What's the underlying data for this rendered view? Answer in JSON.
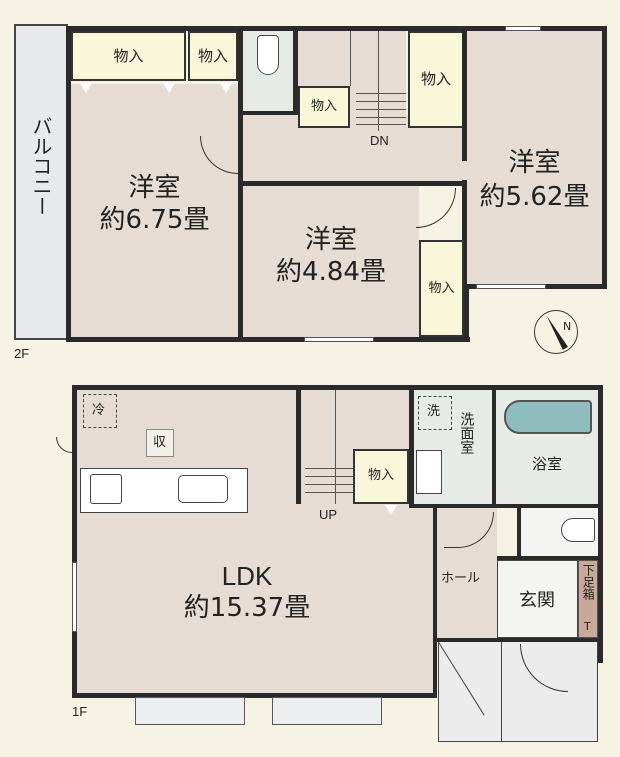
{
  "floor2": {
    "tag": "2F",
    "balcony": "バルコニー",
    "room1": {
      "name": "洋室",
      "size": "約6.75畳"
    },
    "room2": {
      "name": "洋室",
      "size": "約4.84畳"
    },
    "room3": {
      "name": "洋室",
      "size": "約5.62畳"
    },
    "storage_labels": [
      "物入",
      "物入",
      "物入",
      "物入",
      "物入"
    ],
    "stairs": "DN"
  },
  "floor1": {
    "tag": "1F",
    "ldk": {
      "name": "LDK",
      "size": "約15.37畳"
    },
    "fridge": "冷",
    "storage_mark": "収",
    "washer": "洗",
    "washroom": "洗面室",
    "bath": "浴室",
    "storage": "物入",
    "stairs": "UP",
    "hall": "ホール",
    "entrance": "玄関",
    "shoe_box": "下足箱",
    "shoe_box_mark": "T"
  },
  "compass": {
    "label": "N"
  },
  "colors": {
    "floor": "#e6dcd3",
    "storage": "#faf6da",
    "wet": "#e6ebe8",
    "bathtub": "#8fbcbc",
    "shoe_box": "#c9a89a",
    "background": "#f7f3e4"
  }
}
